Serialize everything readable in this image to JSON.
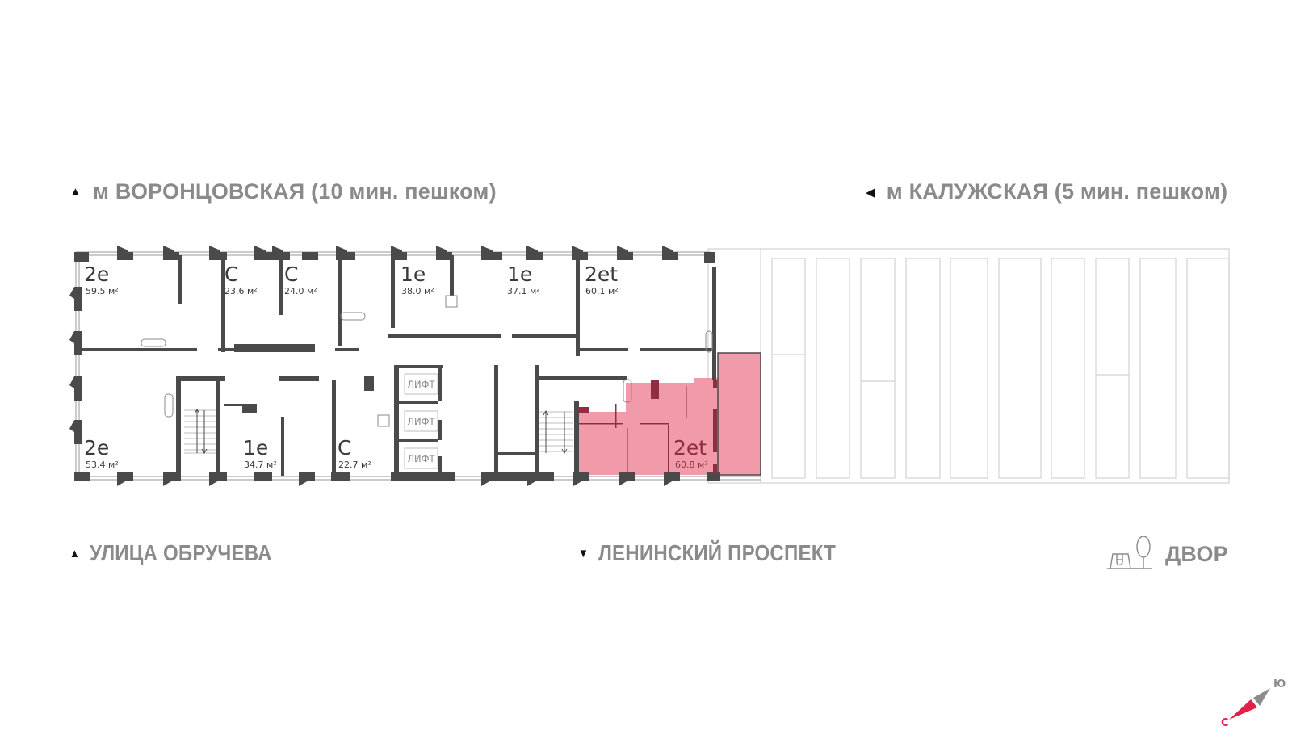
{
  "headings": {
    "top_left": {
      "arrow": "▲",
      "text": "м ВОРОНЦОВСКАЯ  (10 мин. пешком)"
    },
    "top_right": {
      "arrow": "◀",
      "text": "м КАЛУЖСКАЯ (5 мин. пешком)"
    },
    "bottom_left": {
      "arrow": "▲",
      "text": "УЛИЦА ОБРУЧЕВА"
    },
    "bottom_center": {
      "arrow": "▼",
      "text": "ЛЕНИНСКИЙ ПРОСПЕКТ"
    },
    "bottom_right": {
      "icon": "courtyard-playground-icon",
      "text": "ДВОР"
    }
  },
  "units": [
    {
      "type": "2e",
      "area": "59.5 м²",
      "selected": false
    },
    {
      "type": "C",
      "area": "23.6 м²",
      "selected": false
    },
    {
      "type": "C",
      "area": "24.0 м²",
      "selected": false
    },
    {
      "type": "1e",
      "area": "38.0 м²",
      "selected": false
    },
    {
      "type": "1e",
      "area": "37.1 м²",
      "selected": false
    },
    {
      "type": "2et",
      "area": "60.1 м²",
      "selected": false
    },
    {
      "type": "2e",
      "area": "53.4 м²",
      "selected": false
    },
    {
      "type": "1e",
      "area": "34.7 м²",
      "selected": false
    },
    {
      "type": "C",
      "area": "22.7 м²",
      "selected": false
    },
    {
      "type": "2et",
      "area": "60.8 м²",
      "selected": true
    }
  ],
  "lifts": [
    "ЛИФТ",
    "ЛИФТ",
    "ЛИФТ"
  ],
  "compass": {
    "north": "С",
    "south": "Ю"
  },
  "colors": {
    "wall": "#4a4a4a",
    "selected_fill": "#f09aaa",
    "selected_wall": "#8f2e42",
    "heading_text": "#8a8a8a",
    "compass_north": "#e3204a",
    "compass_south": "#8c8c8c",
    "outline": "#cfcfcf"
  }
}
